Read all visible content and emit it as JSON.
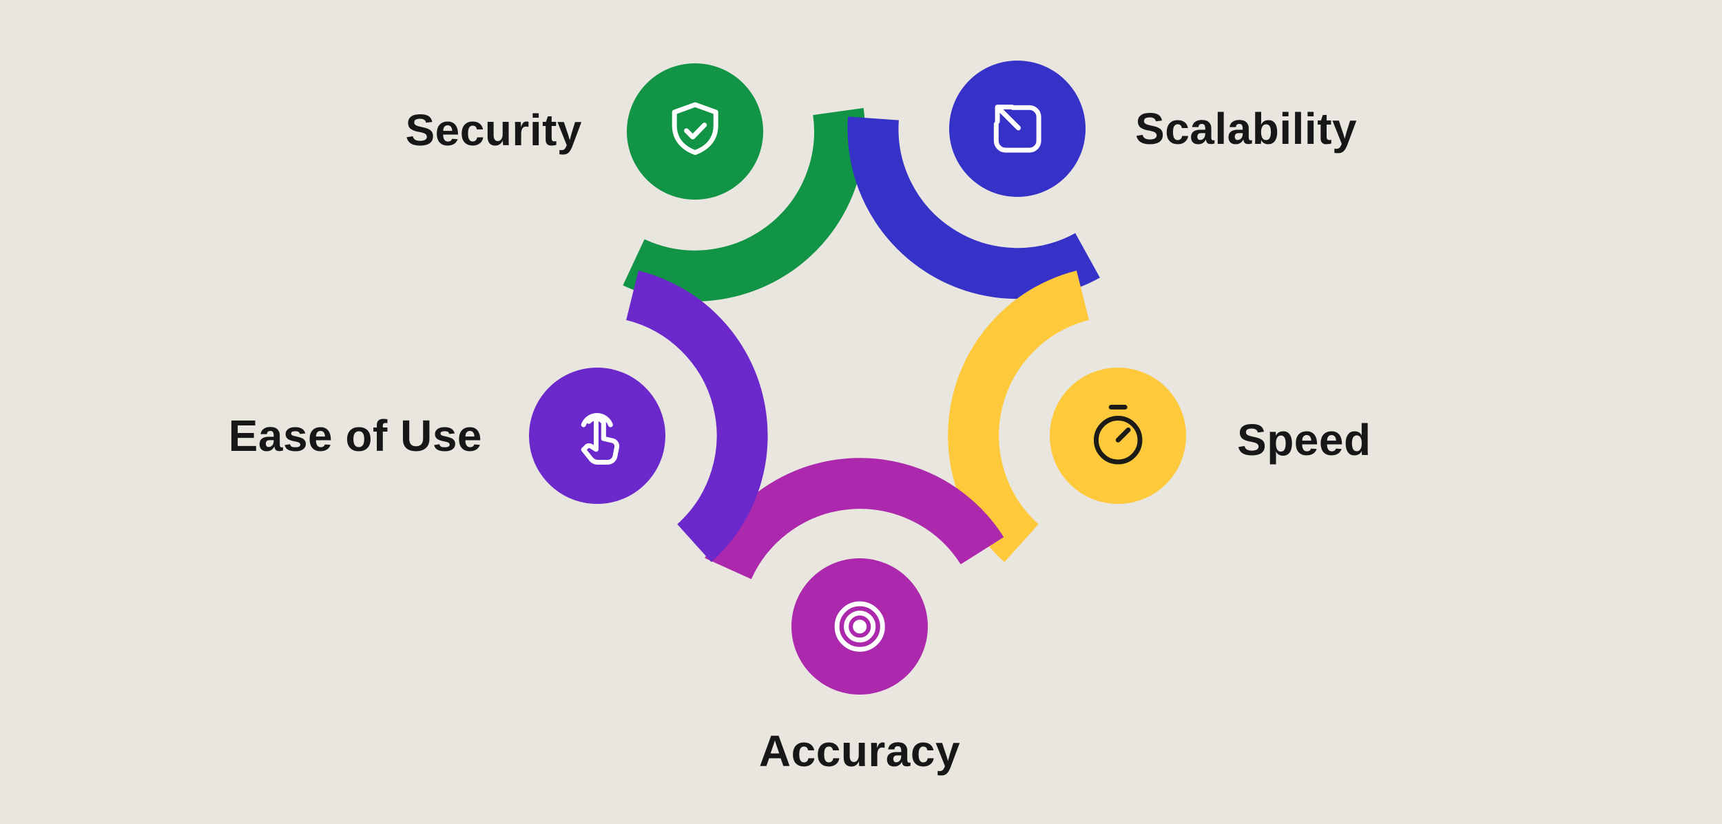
{
  "canvas": {
    "background": "#E9E6E0",
    "text_color": "#171717"
  },
  "diagram": {
    "type": "pentagon-cycle-infographic",
    "nodes": [
      {
        "id": "security",
        "label": "Security",
        "color": "#119445",
        "icon": "shield-check-icon",
        "icon_color": "#FFFFFF",
        "label_position": "left"
      },
      {
        "id": "scalability",
        "label": "Scalability",
        "color": "#3632C7",
        "icon": "scale-out-arrow-icon",
        "icon_color": "#FFFFFF",
        "label_position": "right"
      },
      {
        "id": "speed",
        "label": "Speed",
        "color": "#FFC93C",
        "icon": "stopwatch-icon",
        "icon_color": "#1C1B17",
        "label_position": "right"
      },
      {
        "id": "accuracy",
        "label": "Accuracy",
        "color": "#AC29AE",
        "icon": "target-icon",
        "icon_color": "#FFFFFF",
        "label_position": "bottom"
      },
      {
        "id": "ease_of_use",
        "label": "Ease of Use",
        "color": "#6B28CB",
        "icon": "tap-gesture-icon",
        "icon_color": "#FFFFFF",
        "label_position": "left"
      }
    ]
  }
}
